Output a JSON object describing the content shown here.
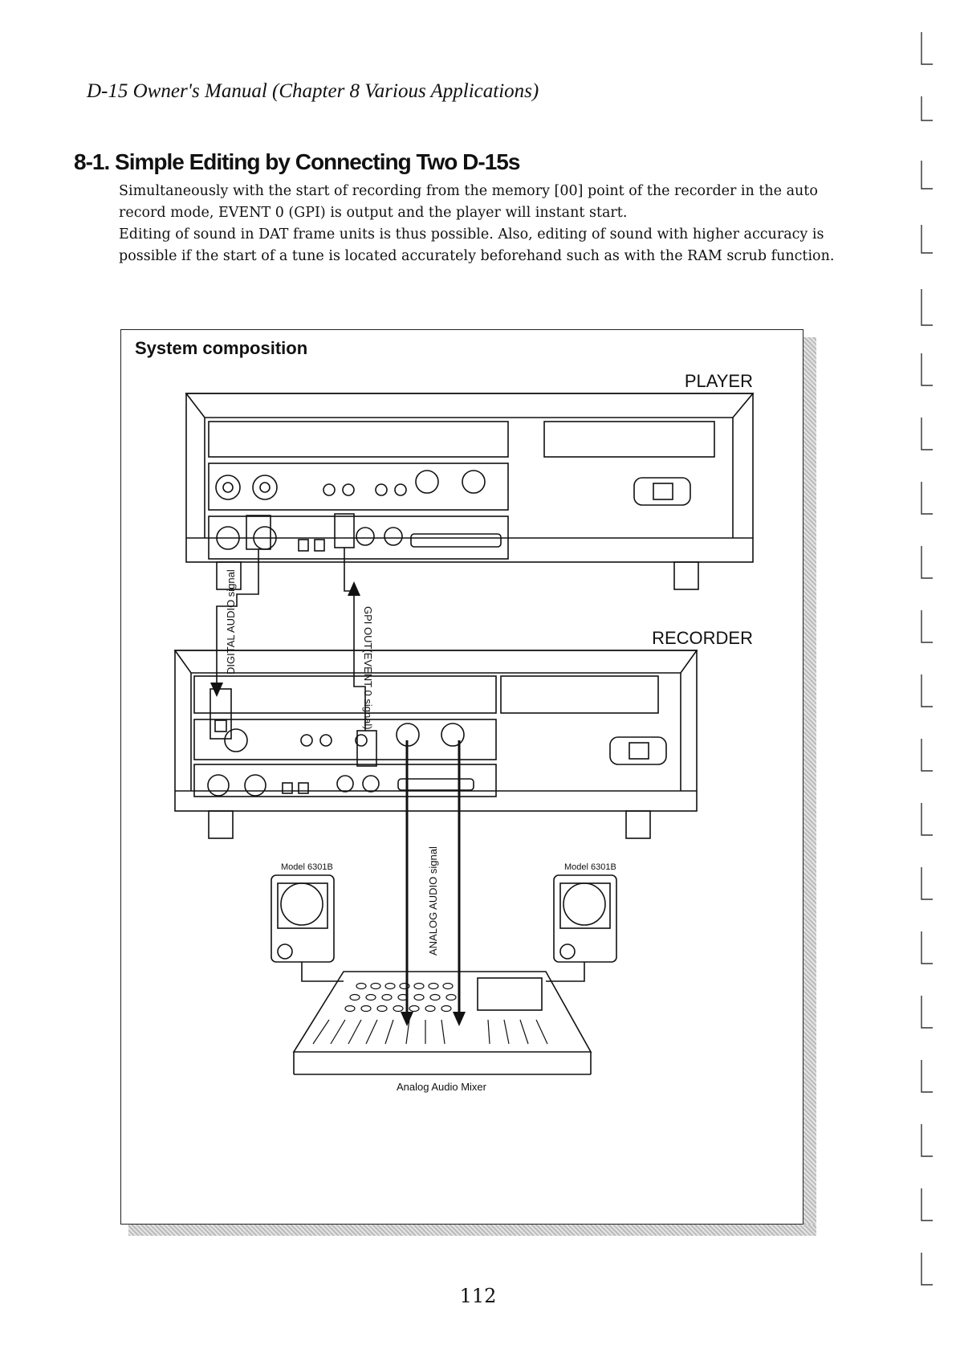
{
  "header": {
    "running_head": "D-15 Owner's Manual (Chapter 8  Various Applications)"
  },
  "section": {
    "title": "8-1. Simple Editing by Connecting Two D-15s",
    "paragraph_1": "Simultaneously with the start of recording from the memory [00] point of the recorder in the auto record mode, EVENT 0 (GPI) is output and the player will instant start.",
    "paragraph_2": "Editing of sound in DAT frame units is thus possible.  Also, editing of sound with higher accuracy is possible if the start of a tune is located accurately beforehand such as with the RAM scrub function."
  },
  "figure": {
    "title": "System composition",
    "player_label": "PLAYER",
    "recorder_label": "RECORDER",
    "digital_signal_label": "DIGITAL AUDIO signal",
    "gpi_signal_label": "GPI OUT(EVENT 0 signal)",
    "analog_signal_label": "ANALOG AUDIO signal",
    "speaker_left_label": "Model 6301B",
    "speaker_right_label": "Model 6301B",
    "mixer_label": "Analog Audio Mixer"
  },
  "footer": {
    "page_number": "112"
  }
}
